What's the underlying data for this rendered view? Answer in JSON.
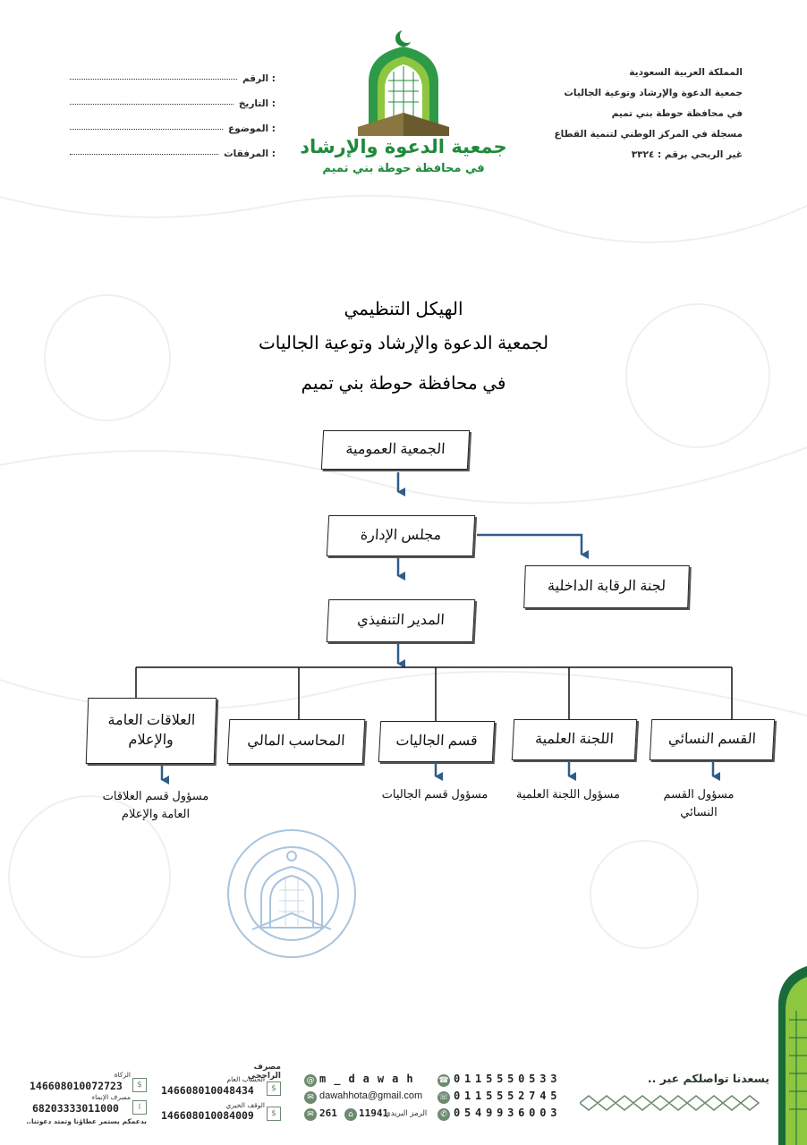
{
  "header": {
    "right_lines": [
      "المملكة العربية السعودية",
      "جمعية الدعوة والإرشاد وتوعية الجاليات",
      "في محافظة حوطة بني تميم",
      "مسجلة في المركز الوطني لتنمية القطاع",
      "غير الربحي برقم : ٣٣٢٤"
    ],
    "left_fields": [
      "الرقم :",
      "التاريخ :",
      "الموضوع :",
      "المرفقات :"
    ],
    "logo_name": "جمعية الدعوة والإرشاد",
    "logo_sub": "في محافظة حوطة بني تميم"
  },
  "title": {
    "line1": "الهيكل التنظيمي",
    "line2": "لجمعية الدعوة والإرشاد وتوعية الجاليات",
    "line3": "في محافظة حوطة بني تميم"
  },
  "org": {
    "general_assembly": "الجمعية العمومية",
    "board": "مجلس الإدارة",
    "audit": "لجنة الرقابة الداخلية",
    "executive": "المدير التنفيذي",
    "departments": [
      "القسم النسائي",
      "اللجنة العلمية",
      "قسم الجاليات",
      "المحاسب المالي",
      "العلاقات العامة والإعلام"
    ],
    "subs": [
      "مسؤول القسم النسائي",
      "مسؤول اللجنة العلمية",
      "مسؤول قسم الجاليات",
      "مسؤول قسم العلاقات العامة والإعلام"
    ]
  },
  "footer": {
    "slogan": "يسعدنا تواصلكم عبر ..",
    "phones": [
      "0115550533",
      "0115552745",
      "0549936003"
    ],
    "social": "m_dawah",
    "email": "dawahhota@gmail.com",
    "postal_label": "الرمز البريدي",
    "postal": "11941",
    "box": "261",
    "bank_name": "مصرف الراجحي",
    "acc_general_label": "الحساب العام",
    "acc_general": "146608010048434",
    "acc_waqf_label": "الوقف الخيري",
    "acc_waqf": "146608010084009",
    "zakat_label": "الزكاة",
    "zakat": "146608010072723",
    "inma_label": "مصرف الإنماء",
    "inma": "68203333011000",
    "motto": "بدعمكم يستمر عطاؤنا وتمتد دعوتنا.."
  },
  "colors": {
    "brand_green": "#1e8a3c",
    "arrow_blue": "#2f5d8a",
    "footer_gray": "#6d8a6f"
  }
}
